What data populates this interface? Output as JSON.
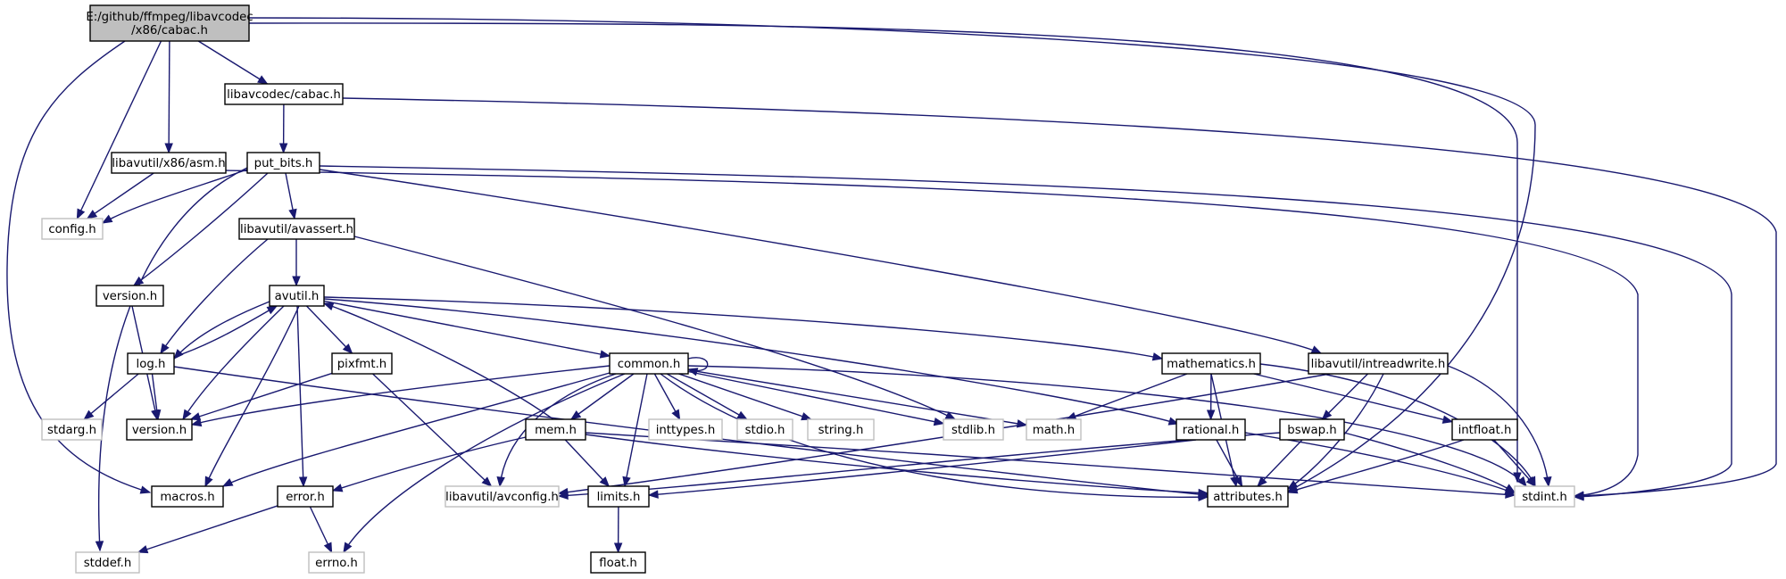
{
  "colors": {
    "edge": "#191970",
    "root_fill": "#bfbfbf",
    "node_border": "#000000",
    "missing_border": "#bfbfbf",
    "background": "#ffffff"
  },
  "graph": {
    "root": {
      "name": "root-node",
      "lines": [
        "E:/github/ffmpeg/libavcodec",
        "/x86/cabac.h"
      ]
    },
    "nodes": {
      "libavcodec_cabac": {
        "label": "libavcodec/cabac.h"
      },
      "libavutil_x86_asm": {
        "label": "libavutil/x86/asm.h"
      },
      "put_bits": {
        "label": "put_bits.h"
      },
      "config": {
        "label": "config.h"
      },
      "libavutil_avassert": {
        "label": "libavutil/avassert.h"
      },
      "version_top": {
        "label": "version.h"
      },
      "avutil": {
        "label": "avutil.h"
      },
      "log": {
        "label": "log.h"
      },
      "pixfmt": {
        "label": "pixfmt.h"
      },
      "common": {
        "label": "common.h"
      },
      "mathematics": {
        "label": "mathematics.h"
      },
      "libavutil_intreadwrite": {
        "label": "libavutil/intreadwrite.h"
      },
      "stdarg": {
        "label": "stdarg.h"
      },
      "version_mid": {
        "label": "version.h"
      },
      "inttypes": {
        "label": "inttypes.h"
      },
      "stdio": {
        "label": "stdio.h"
      },
      "string": {
        "label": "string.h"
      },
      "stdlib": {
        "label": "stdlib.h"
      },
      "math": {
        "label": "math.h"
      },
      "rational": {
        "label": "rational.h"
      },
      "bswap": {
        "label": "bswap.h"
      },
      "intfloat": {
        "label": "intfloat.h"
      },
      "mem": {
        "label": "mem.h"
      },
      "macros": {
        "label": "macros.h"
      },
      "error": {
        "label": "error.h"
      },
      "libavutil_avconfig": {
        "label": "libavutil/avconfig.h"
      },
      "limits": {
        "label": "limits.h"
      },
      "attributes": {
        "label": "attributes.h"
      },
      "stdint": {
        "label": "stdint.h"
      },
      "stddef": {
        "label": "stddef.h"
      },
      "errno": {
        "label": "errno.h"
      },
      "float": {
        "label": "float.h"
      }
    },
    "missing_nodes": [
      "config",
      "stdarg",
      "inttypes",
      "stdio",
      "string",
      "stdlib",
      "math",
      "libavutil_avconfig",
      "stdint",
      "stddef",
      "errno"
    ],
    "edges": [
      [
        "root",
        "libavcodec_cabac"
      ],
      [
        "root",
        "libavutil_x86_asm"
      ],
      [
        "root",
        "config"
      ],
      [
        "root",
        "macros"
      ],
      [
        "root",
        "attributes"
      ],
      [
        "root",
        "stdint"
      ],
      [
        "libavcodec_cabac",
        "put_bits"
      ],
      [
        "libavcodec_cabac",
        "stdint"
      ],
      [
        "libavutil_x86_asm",
        "config"
      ],
      [
        "libavutil_x86_asm",
        "stdint"
      ],
      [
        "put_bits",
        "config"
      ],
      [
        "put_bits",
        "stddef"
      ],
      [
        "put_bits",
        "version_top"
      ],
      [
        "put_bits",
        "libavutil_avassert"
      ],
      [
        "put_bits",
        "libavutil_intreadwrite"
      ],
      [
        "put_bits",
        "stdint"
      ],
      [
        "libavutil_avassert",
        "avutil"
      ],
      [
        "libavutil_avassert",
        "log"
      ],
      [
        "libavutil_avassert",
        "stdlib"
      ],
      [
        "version_top",
        "version_mid"
      ],
      [
        "avutil",
        "log"
      ],
      [
        "avutil",
        "pixfmt"
      ],
      [
        "avutil",
        "common"
      ],
      [
        "avutil",
        "mathematics"
      ],
      [
        "avutil",
        "rational"
      ],
      [
        "avutil",
        "version_mid"
      ],
      [
        "avutil",
        "macros"
      ],
      [
        "avutil",
        "error"
      ],
      [
        "log",
        "avutil"
      ],
      [
        "log",
        "stdarg"
      ],
      [
        "log",
        "version_mid"
      ],
      [
        "log",
        "attributes"
      ],
      [
        "pixfmt",
        "version_mid"
      ],
      [
        "pixfmt",
        "libavutil_avconfig"
      ],
      [
        "common",
        "common"
      ],
      [
        "common",
        "version_mid"
      ],
      [
        "common",
        "macros"
      ],
      [
        "common",
        "mem"
      ],
      [
        "common",
        "libavutil_avconfig"
      ],
      [
        "common",
        "errno"
      ],
      [
        "common",
        "limits"
      ],
      [
        "common",
        "inttypes"
      ],
      [
        "common",
        "stdio"
      ],
      [
        "common",
        "string"
      ],
      [
        "common",
        "stdlib"
      ],
      [
        "common",
        "math"
      ],
      [
        "common",
        "attributes"
      ],
      [
        "common",
        "stdint"
      ],
      [
        "mem",
        "avutil"
      ],
      [
        "mem",
        "error"
      ],
      [
        "mem",
        "limits"
      ],
      [
        "mem",
        "attributes"
      ],
      [
        "mem",
        "stdint"
      ],
      [
        "error",
        "stddef"
      ],
      [
        "error",
        "errno"
      ],
      [
        "mathematics",
        "math"
      ],
      [
        "mathematics",
        "rational"
      ],
      [
        "mathematics",
        "intfloat"
      ],
      [
        "mathematics",
        "attributes"
      ],
      [
        "mathematics",
        "stdint"
      ],
      [
        "libavutil_intreadwrite",
        "libavutil_avconfig"
      ],
      [
        "libavutil_intreadwrite",
        "bswap"
      ],
      [
        "libavutil_intreadwrite",
        "attributes"
      ],
      [
        "libavutil_intreadwrite",
        "stdint"
      ],
      [
        "rational",
        "limits"
      ],
      [
        "rational",
        "attributes"
      ],
      [
        "rational",
        "stdint"
      ],
      [
        "bswap",
        "libavutil_avconfig"
      ],
      [
        "bswap",
        "attributes"
      ],
      [
        "bswap",
        "stdint"
      ],
      [
        "intfloat",
        "attributes"
      ],
      [
        "intfloat",
        "stdint"
      ],
      [
        "limits",
        "float"
      ]
    ]
  }
}
